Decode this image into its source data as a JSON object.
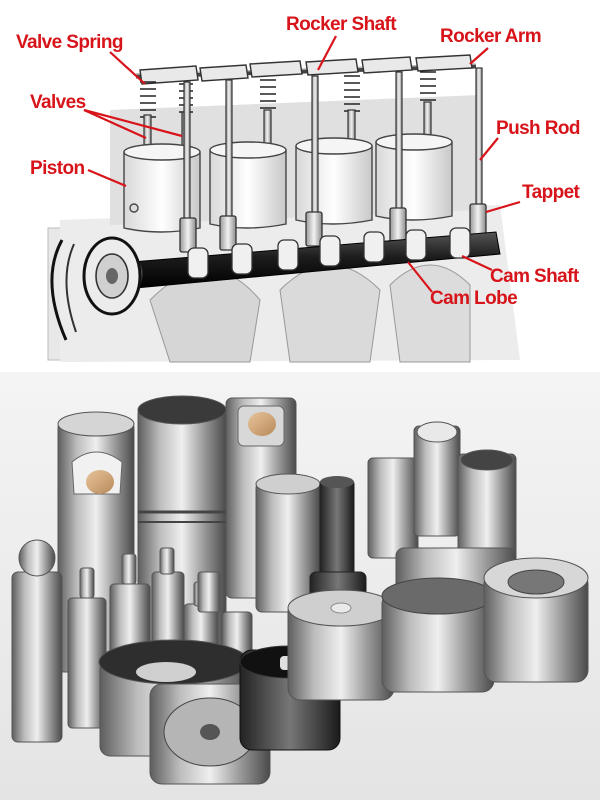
{
  "labels": {
    "valve_spring": "Valve Spring",
    "rocker_shaft": "Rocker Shaft",
    "rocker_arm": "Rocker Arm",
    "valves": "Valves",
    "push_rod": "Push Rod",
    "piston": "Piston",
    "tappet": "Tappet",
    "cam_shaft": "Cam Shaft",
    "cam_lobe": "Cam Lobe"
  },
  "colors": {
    "label_red": "#d8141b",
    "diagram_background": "#ffffff",
    "photo_background": "#eeeeee"
  }
}
